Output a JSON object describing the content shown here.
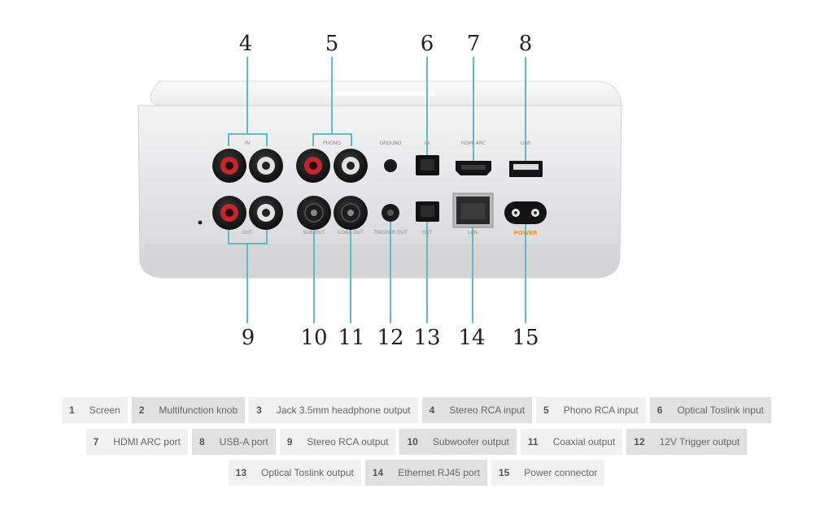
{
  "callouts": {
    "top": [
      "4",
      "5",
      "6",
      "7",
      "8"
    ],
    "bottom": [
      "9",
      "10",
      "11",
      "12",
      "13",
      "14",
      "15"
    ]
  },
  "panel_labels": {
    "in": "IN",
    "phono": "PHONO",
    "ground": "GROUND",
    "optical_in": "IN",
    "hdmi_arc": "HDMI ARC",
    "usb": "USB",
    "out": "OUT",
    "sub_out": "SUB OUT",
    "coax_out": "COAX OUT",
    "trigger_out": "TRIGGER OUT",
    "optical_out": "OUT",
    "lan": "LAN",
    "power": "POWER"
  },
  "legend": [
    [
      {
        "num": "1",
        "label": "Screen"
      },
      {
        "num": "2",
        "label": "Multifunction knob"
      },
      {
        "num": "3",
        "label": "Jack 3.5mm headphone output"
      },
      {
        "num": "4",
        "label": "Stereo RCA input"
      },
      {
        "num": "5",
        "label": "Phono RCA input"
      },
      {
        "num": "6",
        "label": "Optical Toslink input"
      }
    ],
    [
      {
        "num": "7",
        "label": "HDMI ARC port"
      },
      {
        "num": "8",
        "label": "USB-A port"
      },
      {
        "num": "9",
        "label": "Stereo RCA output"
      },
      {
        "num": "10",
        "label": "Subwoofer output"
      },
      {
        "num": "11",
        "label": "Coaxial output"
      },
      {
        "num": "12",
        "label": "12V Trigger output"
      }
    ],
    [
      {
        "num": "13",
        "label": "Optical Toslink output"
      },
      {
        "num": "14",
        "label": "Ethernet RJ45 port"
      },
      {
        "num": "15",
        "label": "Power connector"
      }
    ]
  ],
  "colors": {
    "callout_line": "#5bbcc4",
    "power_label": "#e8962e",
    "device_body": "#e6e6e8"
  }
}
